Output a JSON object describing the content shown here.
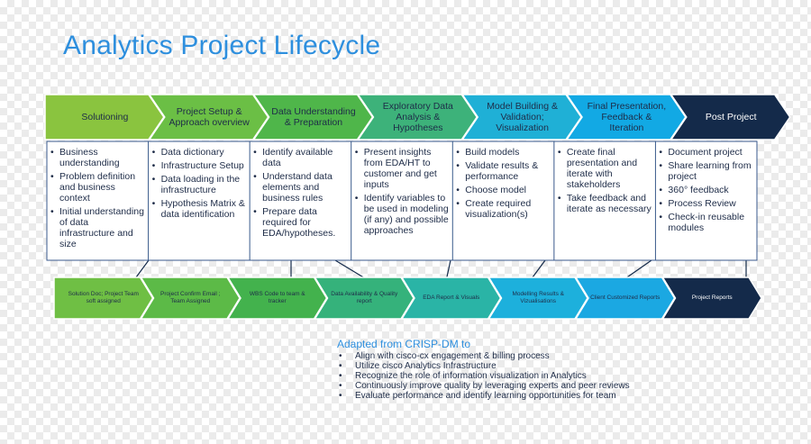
{
  "title": "Analytics Project Lifecycle",
  "phases": [
    {
      "label": "Solutioning",
      "color": "#8ac43f",
      "items": [
        "Business understanding",
        "Problem definition and business context",
        "Initial understanding of data infrastructure and size"
      ],
      "output": "Solution Doc; Project Team soft assigned",
      "output_color": "#6fbf44"
    },
    {
      "label": "Project Setup & Approach overview",
      "color": "#6bbf45",
      "items": [
        "Data dictionary",
        "Infrastructure Setup",
        "Data loading in the infrastructure",
        "Hypothesis Matrix & data identification"
      ],
      "output": "Project Confirm Email ; Team Assigned",
      "output_color": "#5cba47"
    },
    {
      "label": "Data Understanding & Preparation",
      "color": "#4fb64a",
      "items": [
        "Identify available data",
        "Understand data elements and business rules",
        "Prepare data required for EDA/hypotheses."
      ],
      "output": "WBS Code to team & tracker",
      "output_color": "#43b24d"
    },
    {
      "label": "Exploratory Data Analysis & Hypotheses",
      "color": "#3db27a",
      "items": [
        "Present insights from EDA/HT to customer and get inputs",
        "Identify variables to be used in modeling (if any) and possible approaches"
      ],
      "output": "Data Availability & Quality report",
      "output_color": "#35b27b"
    },
    {
      "label": "Model Building & Validation; Visualization",
      "color": "#1fb0d6",
      "items": [
        "Build models",
        "Validate results & performance",
        "Choose model",
        "Create required visualization(s)"
      ],
      "output": "EDA Report & Visuals",
      "output_color": "#2ab4a6"
    },
    {
      "label": "Final Presentation, Feedback & Iteration",
      "color": "#12a9e4",
      "items": [
        "Create final presentation and iterate with stakeholders",
        "Take feedback and iterate as necessary"
      ],
      "output": "Modelling Results & Vizualisations",
      "output_color": "#1db0dc"
    },
    {
      "label": "Post Project",
      "color": "#142a4a",
      "items": [
        "Document project",
        "Share learning from project",
        "360° feedback",
        "Process Review",
        "Check-in reusable modules"
      ],
      "output": "Client Customized Reports",
      "output_color": "#1ba8e2"
    }
  ],
  "final_output": {
    "label": "Project Reports",
    "color": "#142a4a"
  },
  "notes": {
    "heading": "Adapted from CRISP-DM to",
    "items": [
      "Align with cisco-cx engagement & billing process",
      "Utilize cisco Analytics Infrastructure",
      "Recognize the role of information visualization in Analytics",
      "Continuously improve quality by leveraging experts and peer reviews",
      "Evaluate performance and identify learning opportunities for team"
    ]
  }
}
